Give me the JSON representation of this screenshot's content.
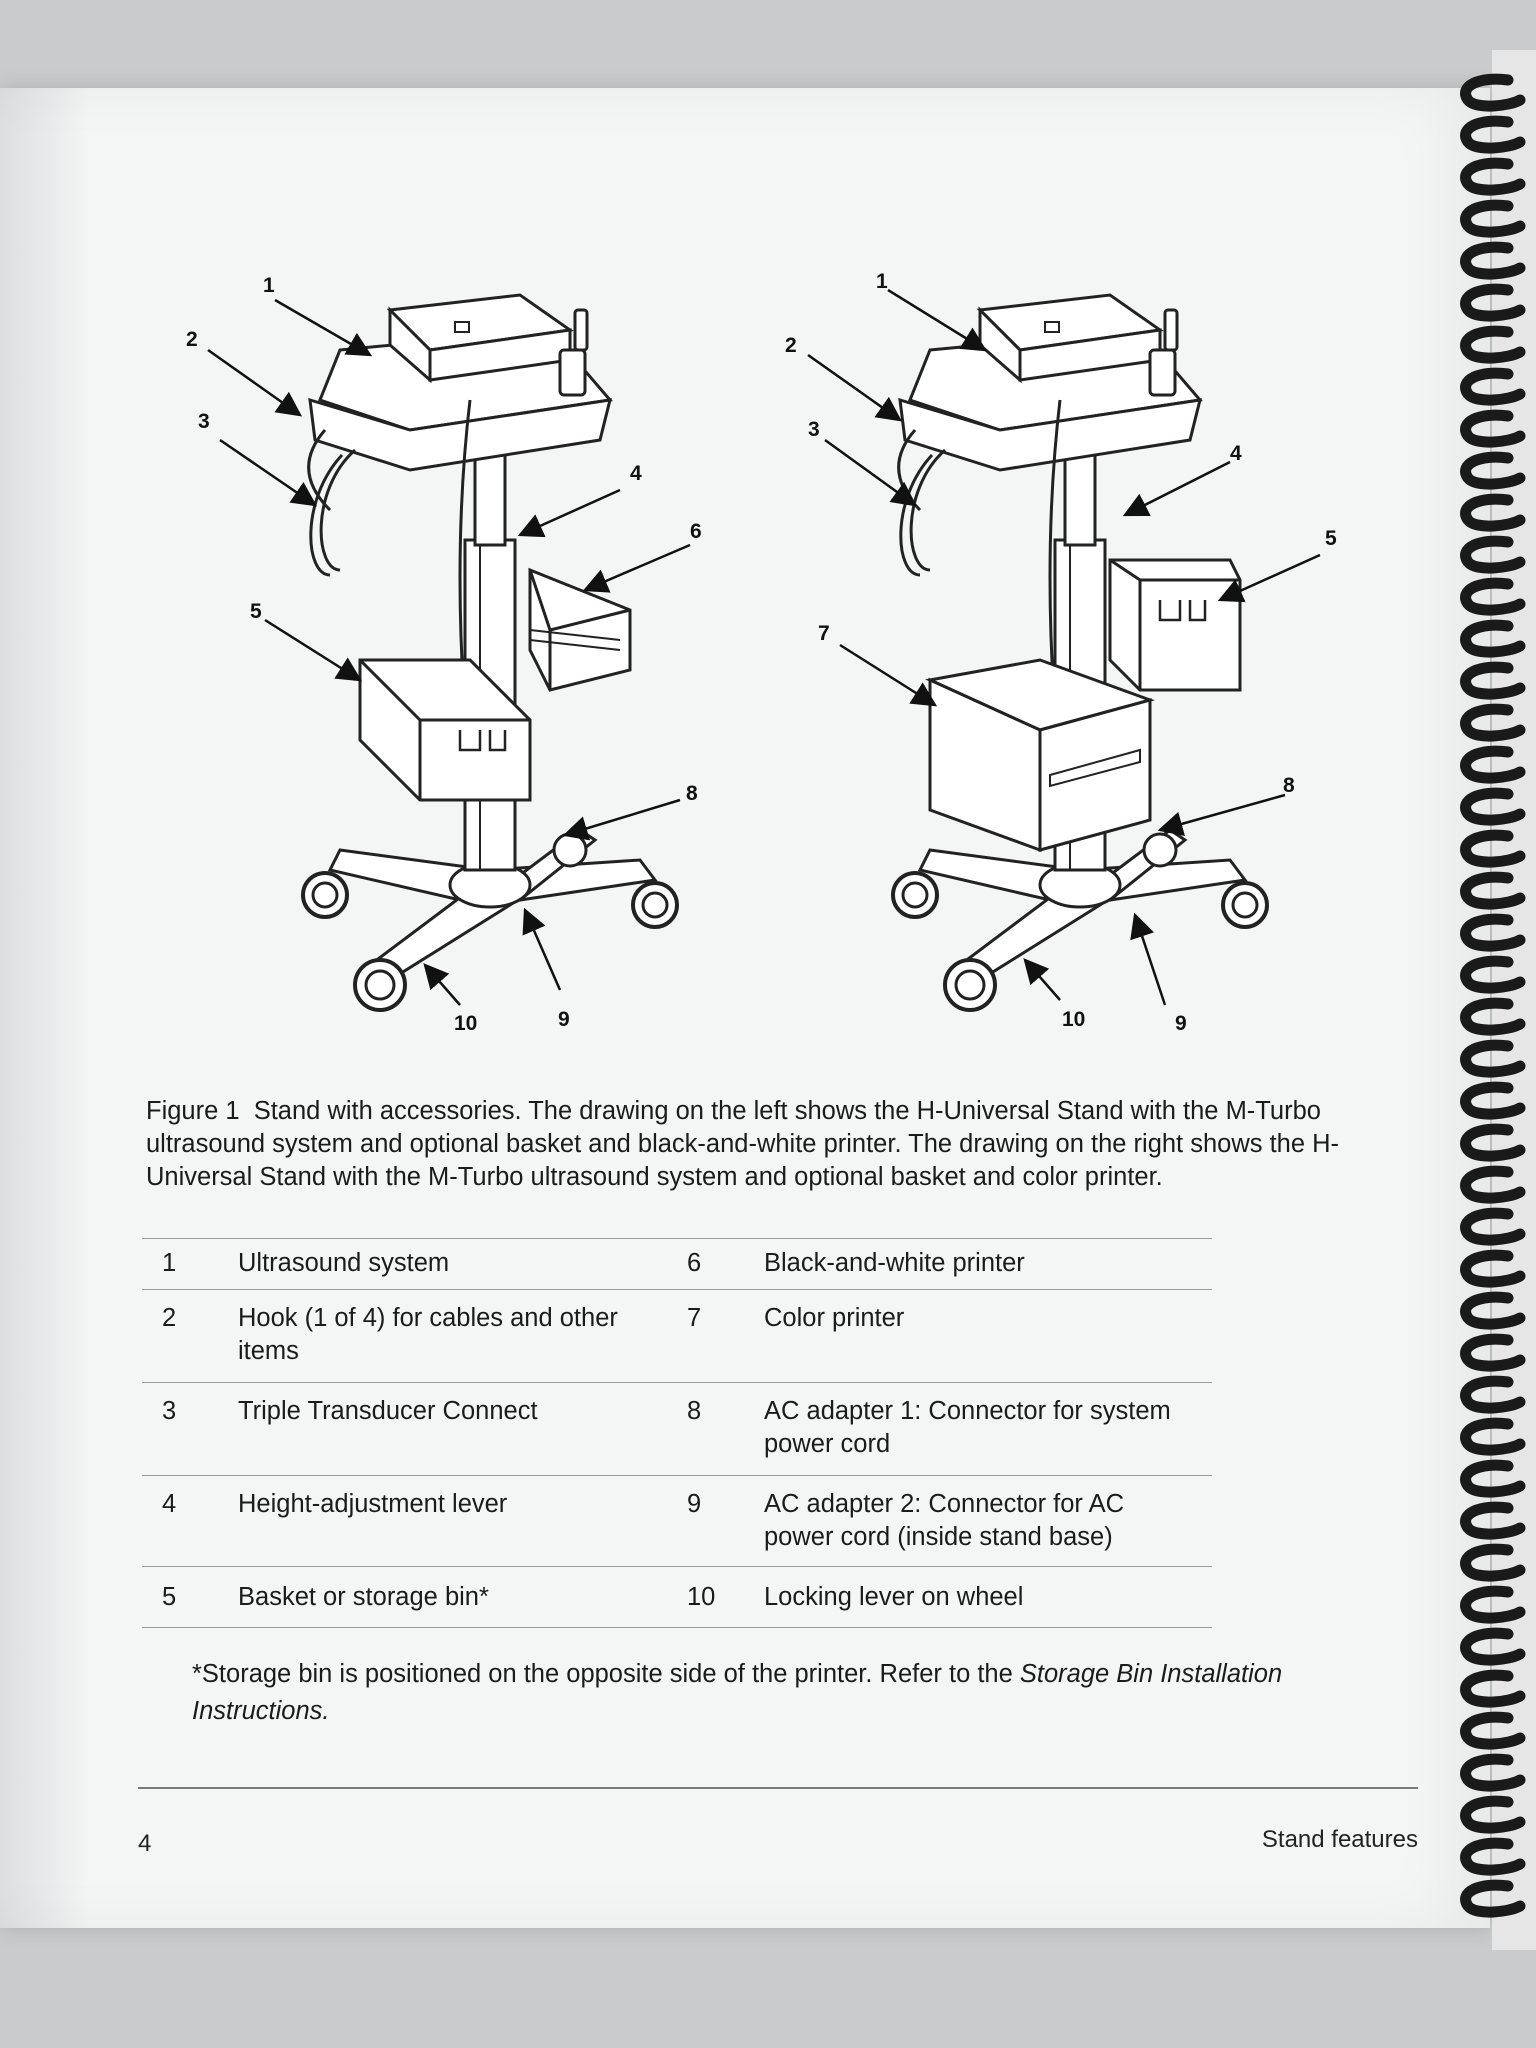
{
  "figure": {
    "left_labels": [
      "1",
      "2",
      "3",
      "4",
      "5",
      "6",
      "8",
      "9",
      "10"
    ],
    "right_labels": [
      "1",
      "2",
      "3",
      "4",
      "5",
      "7",
      "8",
      "9",
      "10"
    ]
  },
  "caption": {
    "label": "Figure 1",
    "text": "Stand with accessories. The drawing on the left shows the H-Universal Stand with the M-Turbo ultrasound system and optional basket and black-and-white printer. The drawing on the right shows the H-Universal Stand with the M-Turbo ultrasound system and optional basket and color printer."
  },
  "table": {
    "rows": [
      {
        "n1": "1",
        "t1": "Ultrasound system",
        "n2": "6",
        "t2": "Black-and-white printer"
      },
      {
        "n1": "2",
        "t1": "Hook (1 of 4) for cables and other items",
        "n2": "7",
        "t2": "Color printer"
      },
      {
        "n1": "3",
        "t1": "Triple Transducer Connect",
        "n2": "8",
        "t2": "AC adapter 1: Connector for system power cord"
      },
      {
        "n1": "4",
        "t1": "Height-adjustment lever",
        "n2": "9",
        "t2": "AC adapter 2: Connector for AC power cord (inside stand base)"
      },
      {
        "n1": "5",
        "t1": "Basket or storage bin*",
        "n2": "10",
        "t2": "Locking lever on wheel"
      }
    ]
  },
  "note": {
    "text": "*Storage bin is positioned on the opposite side of the printer. Refer to the ",
    "italic": "Storage Bin Installation Instructions."
  },
  "footer": {
    "page_number": "4",
    "section": "Stand features"
  }
}
